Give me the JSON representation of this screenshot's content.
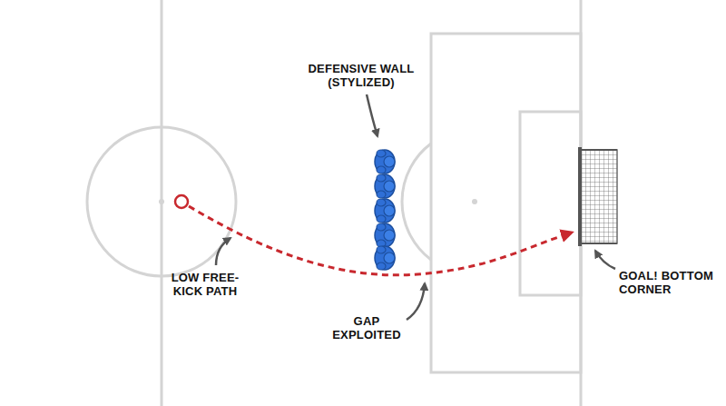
{
  "diagram": {
    "labels": [
      "DEFENSIVE WALL (STYLIZED)",
      "LOW FREE-KICK PATH",
      "GAP EXPLOITED",
      "GOAL! BOTTOM CORNER"
    ]
  }
}
